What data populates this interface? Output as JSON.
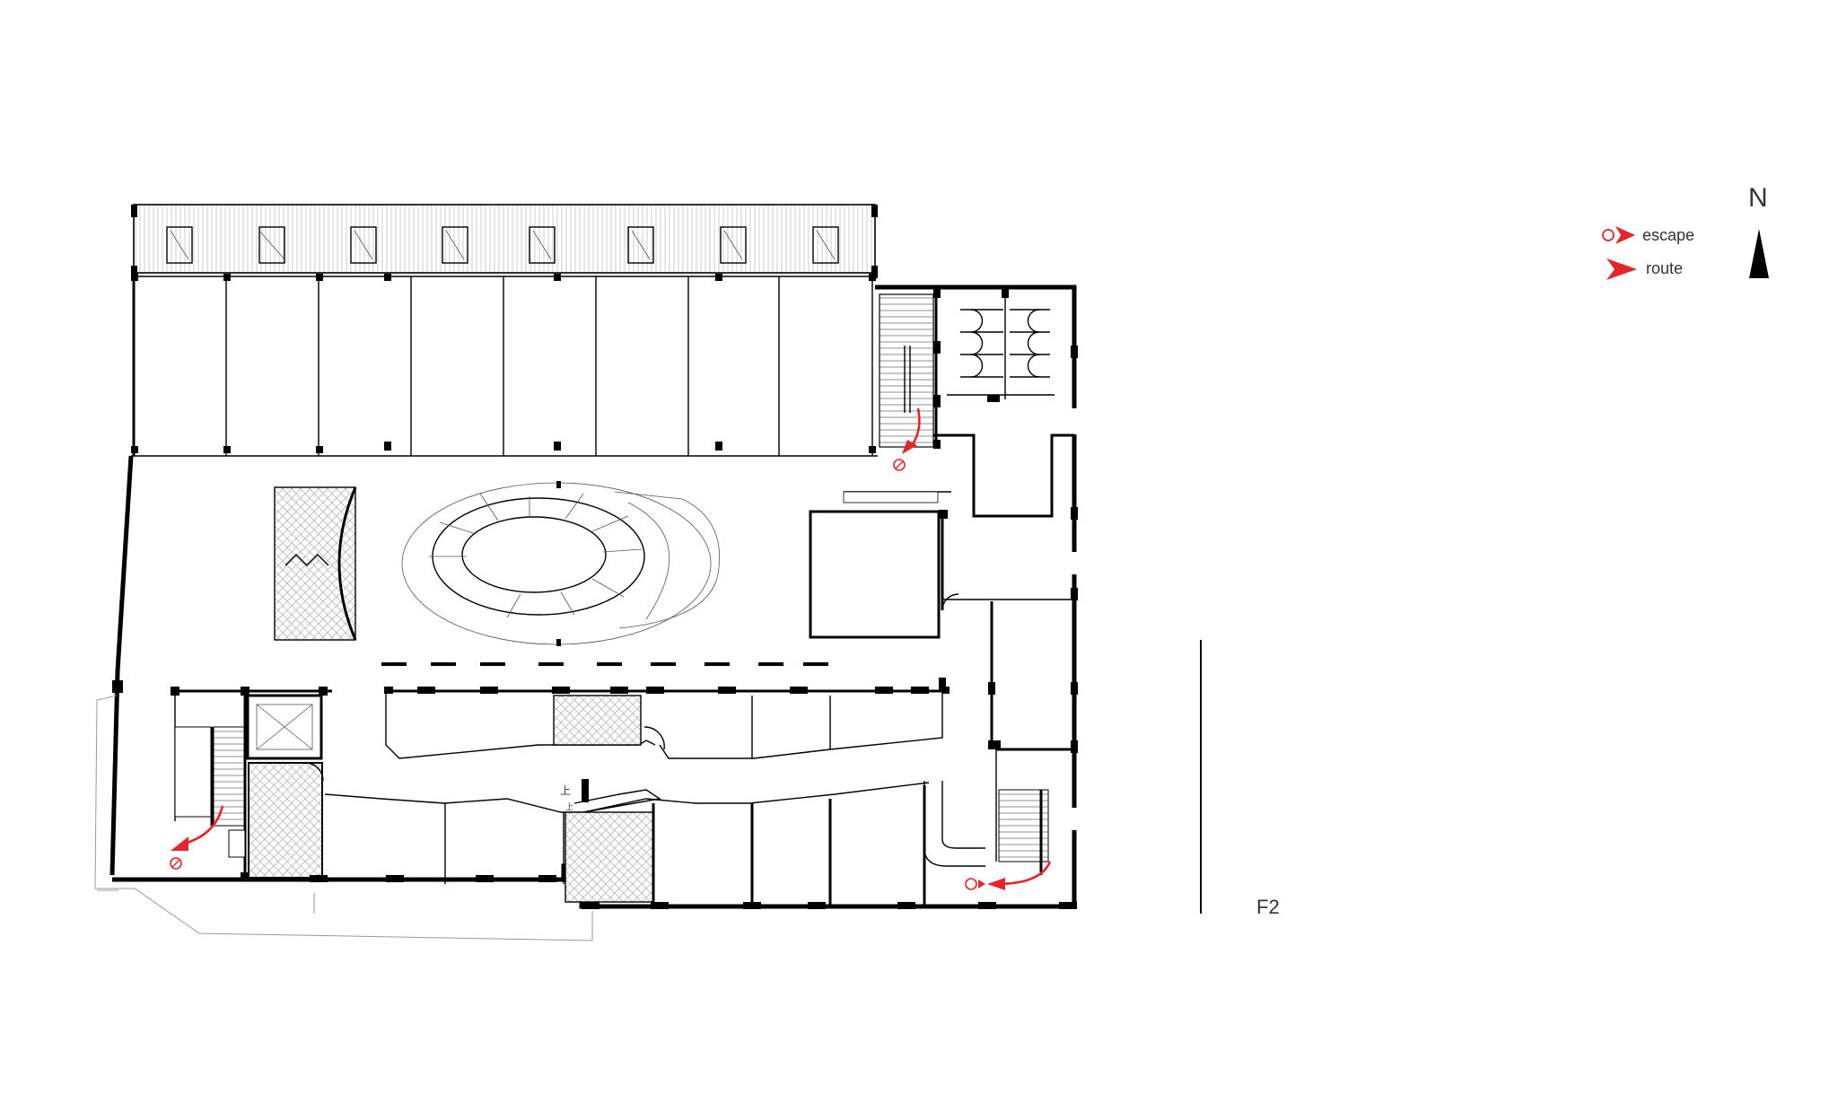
{
  "title": "F2",
  "north_label": "N",
  "legend": {
    "items": [
      {
        "label": "escape",
        "icon": "escape-exit-arrow-icon"
      },
      {
        "label": "route",
        "icon": "route-arrow-icon"
      }
    ]
  },
  "plan_marks": {
    "stair_up_upper": "上",
    "stair_up_lower": "上"
  },
  "colors": {
    "accent_red": "#e3262b",
    "lines": "#000000",
    "text": "#333333",
    "hatch": "#b8b8b8"
  }
}
